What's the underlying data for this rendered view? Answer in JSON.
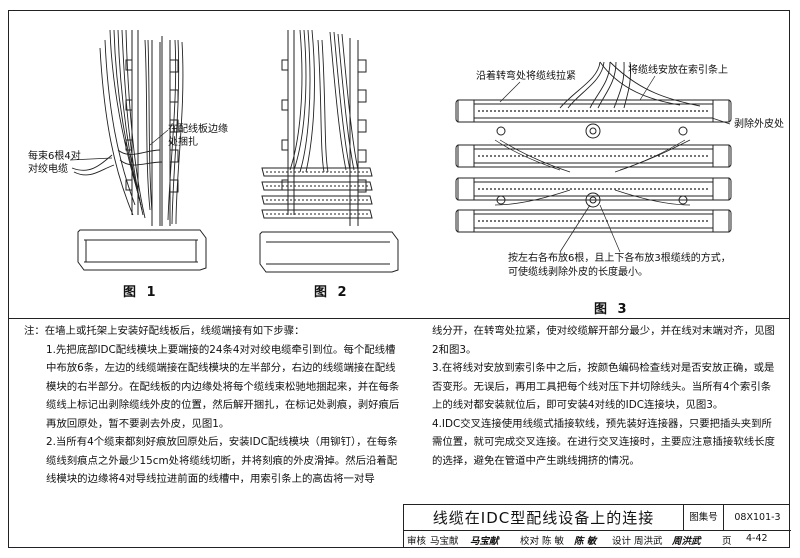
{
  "figures": {
    "fig1": {
      "label": "图 1",
      "callout_left": "每束6根4对对绞电缆",
      "callout_right": "在配线板边缘处捆扎"
    },
    "fig2": {
      "label": "图 2"
    },
    "fig3": {
      "label": "图 3",
      "callout_top_left": "沿着转弯处将缆线拉紧",
      "callout_top_right": "将缆线安放在索引条上",
      "callout_right": "剥除外皮处",
      "callout_bottom_line1": "按左右各布放6根，且上下各布放3根缆线的方式，",
      "callout_bottom_line2": "可使缆线剥除外皮的长度最小。"
    }
  },
  "notes": {
    "intro": "注：在墙上或托架上安装好配线板后，线缆端接有如下步骤：",
    "p1": "1.先把底部IDC配线模块上要端接的24条4对对绞电缆牵引到位。每个配线槽中布放6条，左边的线缆端接在配线模块的左半部分，右边的线缆端接在配线模块的右半部分。在配线板的内边缘处将每个缆线束松驰地捆起来，并在每条缆线上标记出剥除缆线外皮的位置，然后解开捆扎，在标记处剥痕，剥好痕后再放回原处，暂不要剥去外皮，见图1。",
    "p2": "2.当所有4个缆束都刻好痕放回原处后，安装IDC配线模块（用铆钉），在每条缆线刻痕点之外最少15cm处将缆线切断，并将刻痕的外皮滑掉。然后沿着配线模块的边缘将4对导线拉进前面的线槽中，用索引条上的高齿将一对导",
    "p2_cont": "线分开，在转弯处拉紧，使对绞缆解开部分最少，并在线对末端对齐，见图2和图3。",
    "p3": "3.在将线对安放到索引条中之后，按颜色编码检查线对是否安放正确，或是否变形。无误后，再用工具把每个线对压下并切除线头。当所有4个索引条上的线对都安装就位后，即可安装4对线的IDC连接块，见图3。",
    "p4": "4.IDC交叉连接使用线缆式插接软线，预先装好连接器，只要把插头夹到所需位置，就可完成交叉连接。在进行交叉连接时，主要应注意插接软线长度的选择，避免在管道中产生跳线拥挤的情况。"
  },
  "titleblock": {
    "title": "线缆在IDC型配线设备上的连接",
    "atlas_label": "图集号",
    "atlas_no": "08X101-3",
    "page_label": "页",
    "page_no": "4-42",
    "reviewer_label": "审核",
    "reviewer": "马宝献",
    "reviewer_sig": "马宝献",
    "checker_label": "校对",
    "checker": "陈 敏",
    "checker_sig": "陈 敏",
    "designer_label": "设计",
    "designer": "周洪武",
    "designer_sig": "周洪武"
  }
}
